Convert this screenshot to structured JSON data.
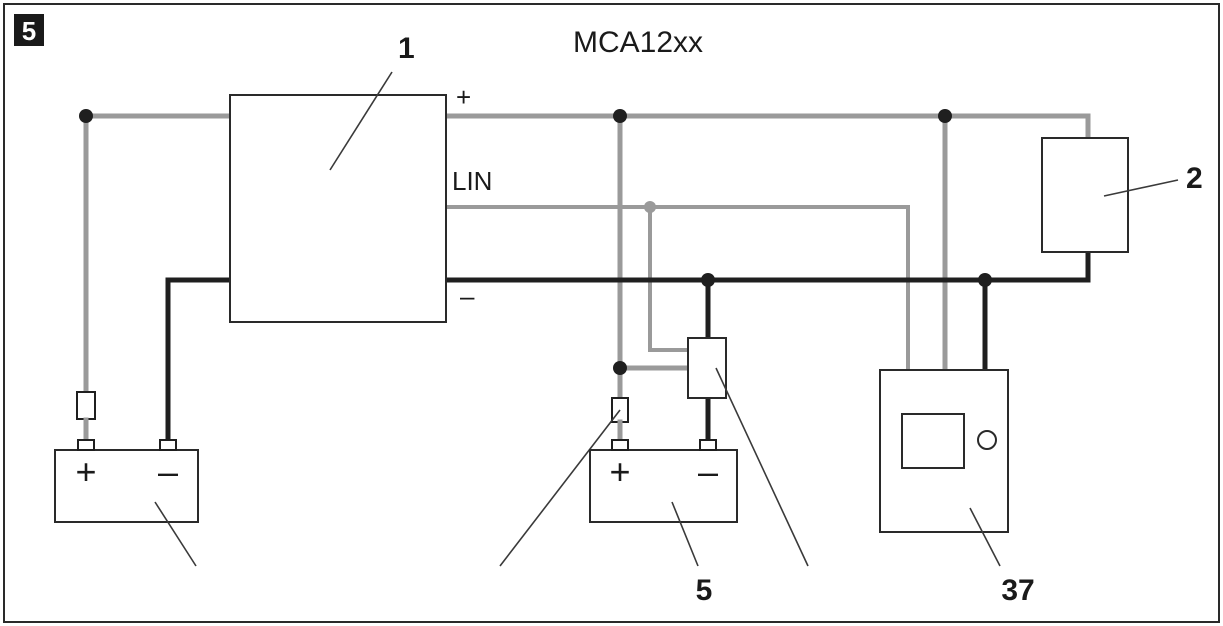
{
  "figure_badge": "5",
  "model_title": "MCA12xx",
  "callouts": {
    "charger": "1",
    "consumer": "2",
    "battery2": "5",
    "panel": "37"
  },
  "charger_terminals": {
    "plus": "+",
    "lin": "LIN",
    "minus": "–"
  },
  "battery_signs": {
    "battery1_plus": "+",
    "battery1_minus": "–",
    "battery2_plus": "+",
    "battery2_minus": "–"
  },
  "colors": {
    "positive_wire": "#9a9a9a",
    "negative_wire": "#1f1f1f",
    "outline": "#2a2a2a"
  }
}
